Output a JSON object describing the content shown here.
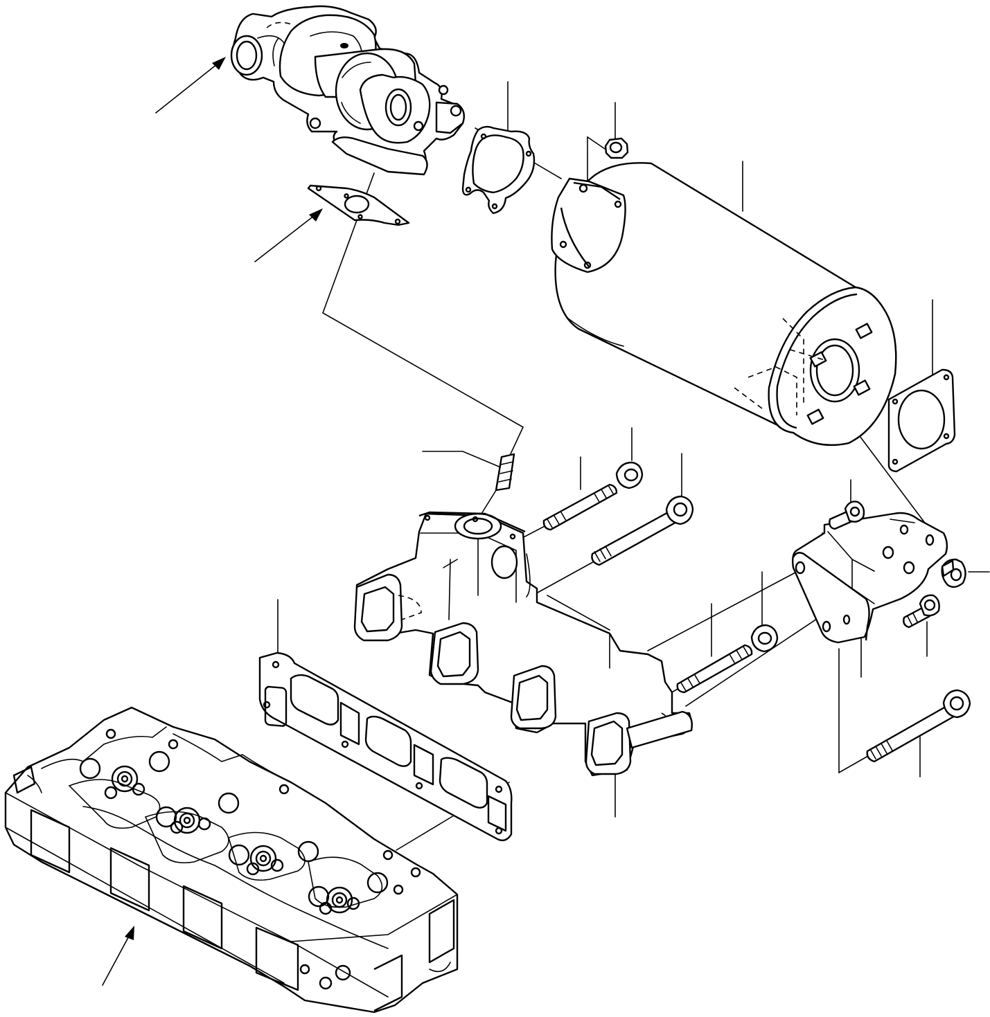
{
  "diagram": {
    "parts": [
      {
        "id": "turbocharger",
        "icon": "turbocharger-icon"
      },
      {
        "id": "turbo-outlet-gasket",
        "icon": "gasket-icon"
      },
      {
        "id": "turbo-flange-gasket",
        "icon": "gasket-icon"
      },
      {
        "id": "nut-top",
        "icon": "nut-icon"
      },
      {
        "id": "muffler",
        "icon": "muffler-icon"
      },
      {
        "id": "muffler-outlet-gasket",
        "icon": "gasket-icon"
      },
      {
        "id": "dowel-pin",
        "icon": "pin-icon"
      },
      {
        "id": "stud-upper",
        "icon": "stud-icon"
      },
      {
        "id": "washer-nut-upper",
        "icon": "nut-icon"
      },
      {
        "id": "long-bolt-upper",
        "icon": "bolt-icon"
      },
      {
        "id": "exhaust-manifold",
        "icon": "manifold-icon"
      },
      {
        "id": "manifold-gasket",
        "icon": "gasket-icon"
      },
      {
        "id": "cylinder-head",
        "icon": "cylinder-head-icon"
      },
      {
        "id": "bracket",
        "icon": "bracket-icon"
      },
      {
        "id": "bracket-bolt-top",
        "icon": "bolt-icon"
      },
      {
        "id": "bracket-plug",
        "icon": "plug-icon"
      },
      {
        "id": "bracket-bolt-right",
        "icon": "bolt-icon"
      },
      {
        "id": "stud-lower",
        "icon": "stud-icon"
      },
      {
        "id": "washer-nut-lower",
        "icon": "nut-icon"
      },
      {
        "id": "long-bolt-lower",
        "icon": "bolt-icon"
      }
    ]
  }
}
